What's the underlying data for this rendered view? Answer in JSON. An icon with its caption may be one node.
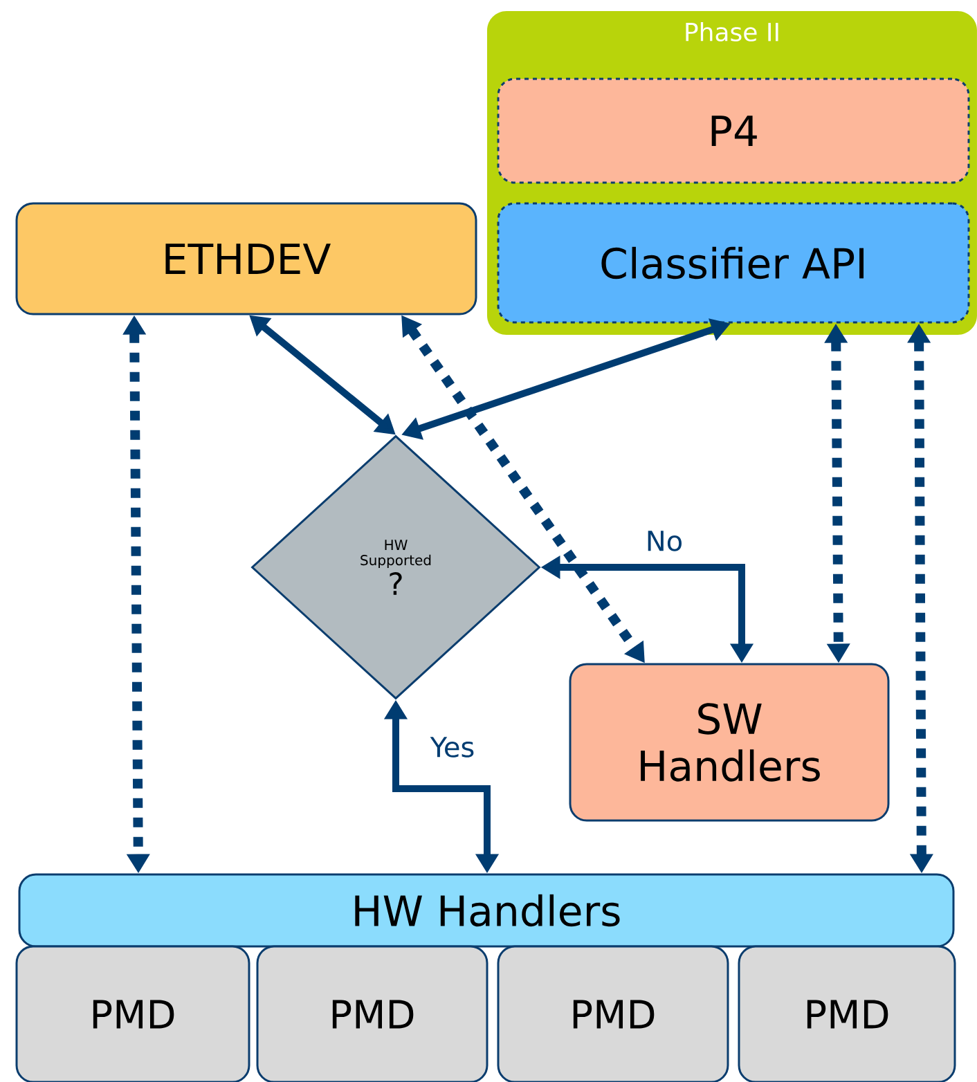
{
  "diagram": {
    "nodes": [
      {
        "text": [
          "Phase II"
        ]
      },
      {
        "text": [
          "P4"
        ],
        "in": 0
      },
      {
        "text": [
          "Classifier API"
        ],
        "in": 0
      },
      {
        "text": [
          "ETHDEV"
        ]
      },
      {
        "text": [
          "HW Supported",
          "?"
        ]
      },
      {
        "text": [
          "SW Handlers"
        ]
      },
      {
        "text": [
          "HW Handlers"
        ]
      },
      {
        "text": [
          "PMD"
        ]
      },
      {
        "text": [
          "PMD"
        ]
      },
      {
        "text": [
          "PMD"
        ]
      },
      {
        "text": [
          "PMD"
        ]
      }
    ],
    "edges": [
      {
        "from": 3,
        "to": 4,
        "arrow": "both"
      },
      {
        "from": 2,
        "to": 4,
        "arrow": "both"
      },
      {
        "from": 3,
        "to": 5,
        "arrow": "both",
        "style": "dashed"
      },
      {
        "from": 5,
        "to": 4,
        "arrow": "both",
        "label": "No"
      },
      {
        "from": 6,
        "to": 4,
        "arrow": "both",
        "label": "Yes"
      },
      {
        "from": 3,
        "to": 6,
        "arrow": "both",
        "style": "dashed"
      },
      {
        "from": 2,
        "to": 5,
        "arrow": "both",
        "style": "dashed"
      },
      {
        "from": 2,
        "to": 6,
        "arrow": "both",
        "style": "dashed"
      }
    ]
  }
}
